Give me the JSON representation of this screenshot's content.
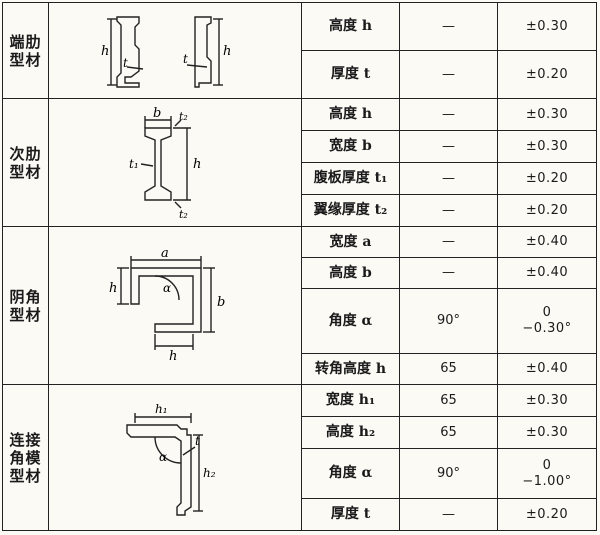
{
  "sections": [
    {
      "category": "端肋\n型材",
      "figure": "end-rib-profile",
      "rows": [
        {
          "name": "高度 h",
          "nominal": "—",
          "tolerance": [
            "±0.30"
          ]
        },
        {
          "name": "厚度 t",
          "nominal": "—",
          "tolerance": [
            "±0.20"
          ]
        }
      ]
    },
    {
      "category": "次肋\n型材",
      "figure": "secondary-rib-profile",
      "rows": [
        {
          "name": "高度 h",
          "nominal": "—",
          "tolerance": [
            "±0.30"
          ]
        },
        {
          "name": "宽度 b",
          "nominal": "—",
          "tolerance": [
            "±0.30"
          ]
        },
        {
          "name": "腹板厚度 t₁",
          "nominal": "—",
          "tolerance": [
            "±0.20"
          ]
        },
        {
          "name": "翼缘厚度 t₂",
          "nominal": "—",
          "tolerance": [
            "±0.20"
          ]
        }
      ]
    },
    {
      "category": "阴角\n型材",
      "figure": "inside-corner-profile",
      "rows": [
        {
          "name": "宽度 a",
          "nominal": "—",
          "tolerance": [
            "±0.40"
          ]
        },
        {
          "name": "高度 b",
          "nominal": "—",
          "tolerance": [
            "±0.40"
          ]
        },
        {
          "name": "角度 α",
          "nominal": "90°",
          "tolerance": [
            "0",
            "−0.30°"
          ]
        },
        {
          "name": "转角高度 h",
          "nominal": "65",
          "tolerance": [
            "±0.40"
          ]
        }
      ]
    },
    {
      "category": "连接\n角模\n型材",
      "figure": "connecting-corner-profile",
      "rows": [
        {
          "name": "宽度 h₁",
          "nominal": "65",
          "tolerance": [
            "±0.30"
          ]
        },
        {
          "name": "高度 h₂",
          "nominal": "65",
          "tolerance": [
            "±0.30"
          ]
        },
        {
          "name": "角度 α",
          "nominal": "90°",
          "tolerance": [
            "0",
            "−1.00°"
          ]
        },
        {
          "name": "厚度 t",
          "nominal": "—",
          "tolerance": [
            "±0.20"
          ]
        }
      ]
    }
  ],
  "figure_labels": {
    "h": "h",
    "t": "t",
    "b": "b",
    "t1": "t₁",
    "t2": "t₂",
    "a": "a",
    "alpha": "α",
    "h1": "h₁",
    "h2": "h₂"
  }
}
